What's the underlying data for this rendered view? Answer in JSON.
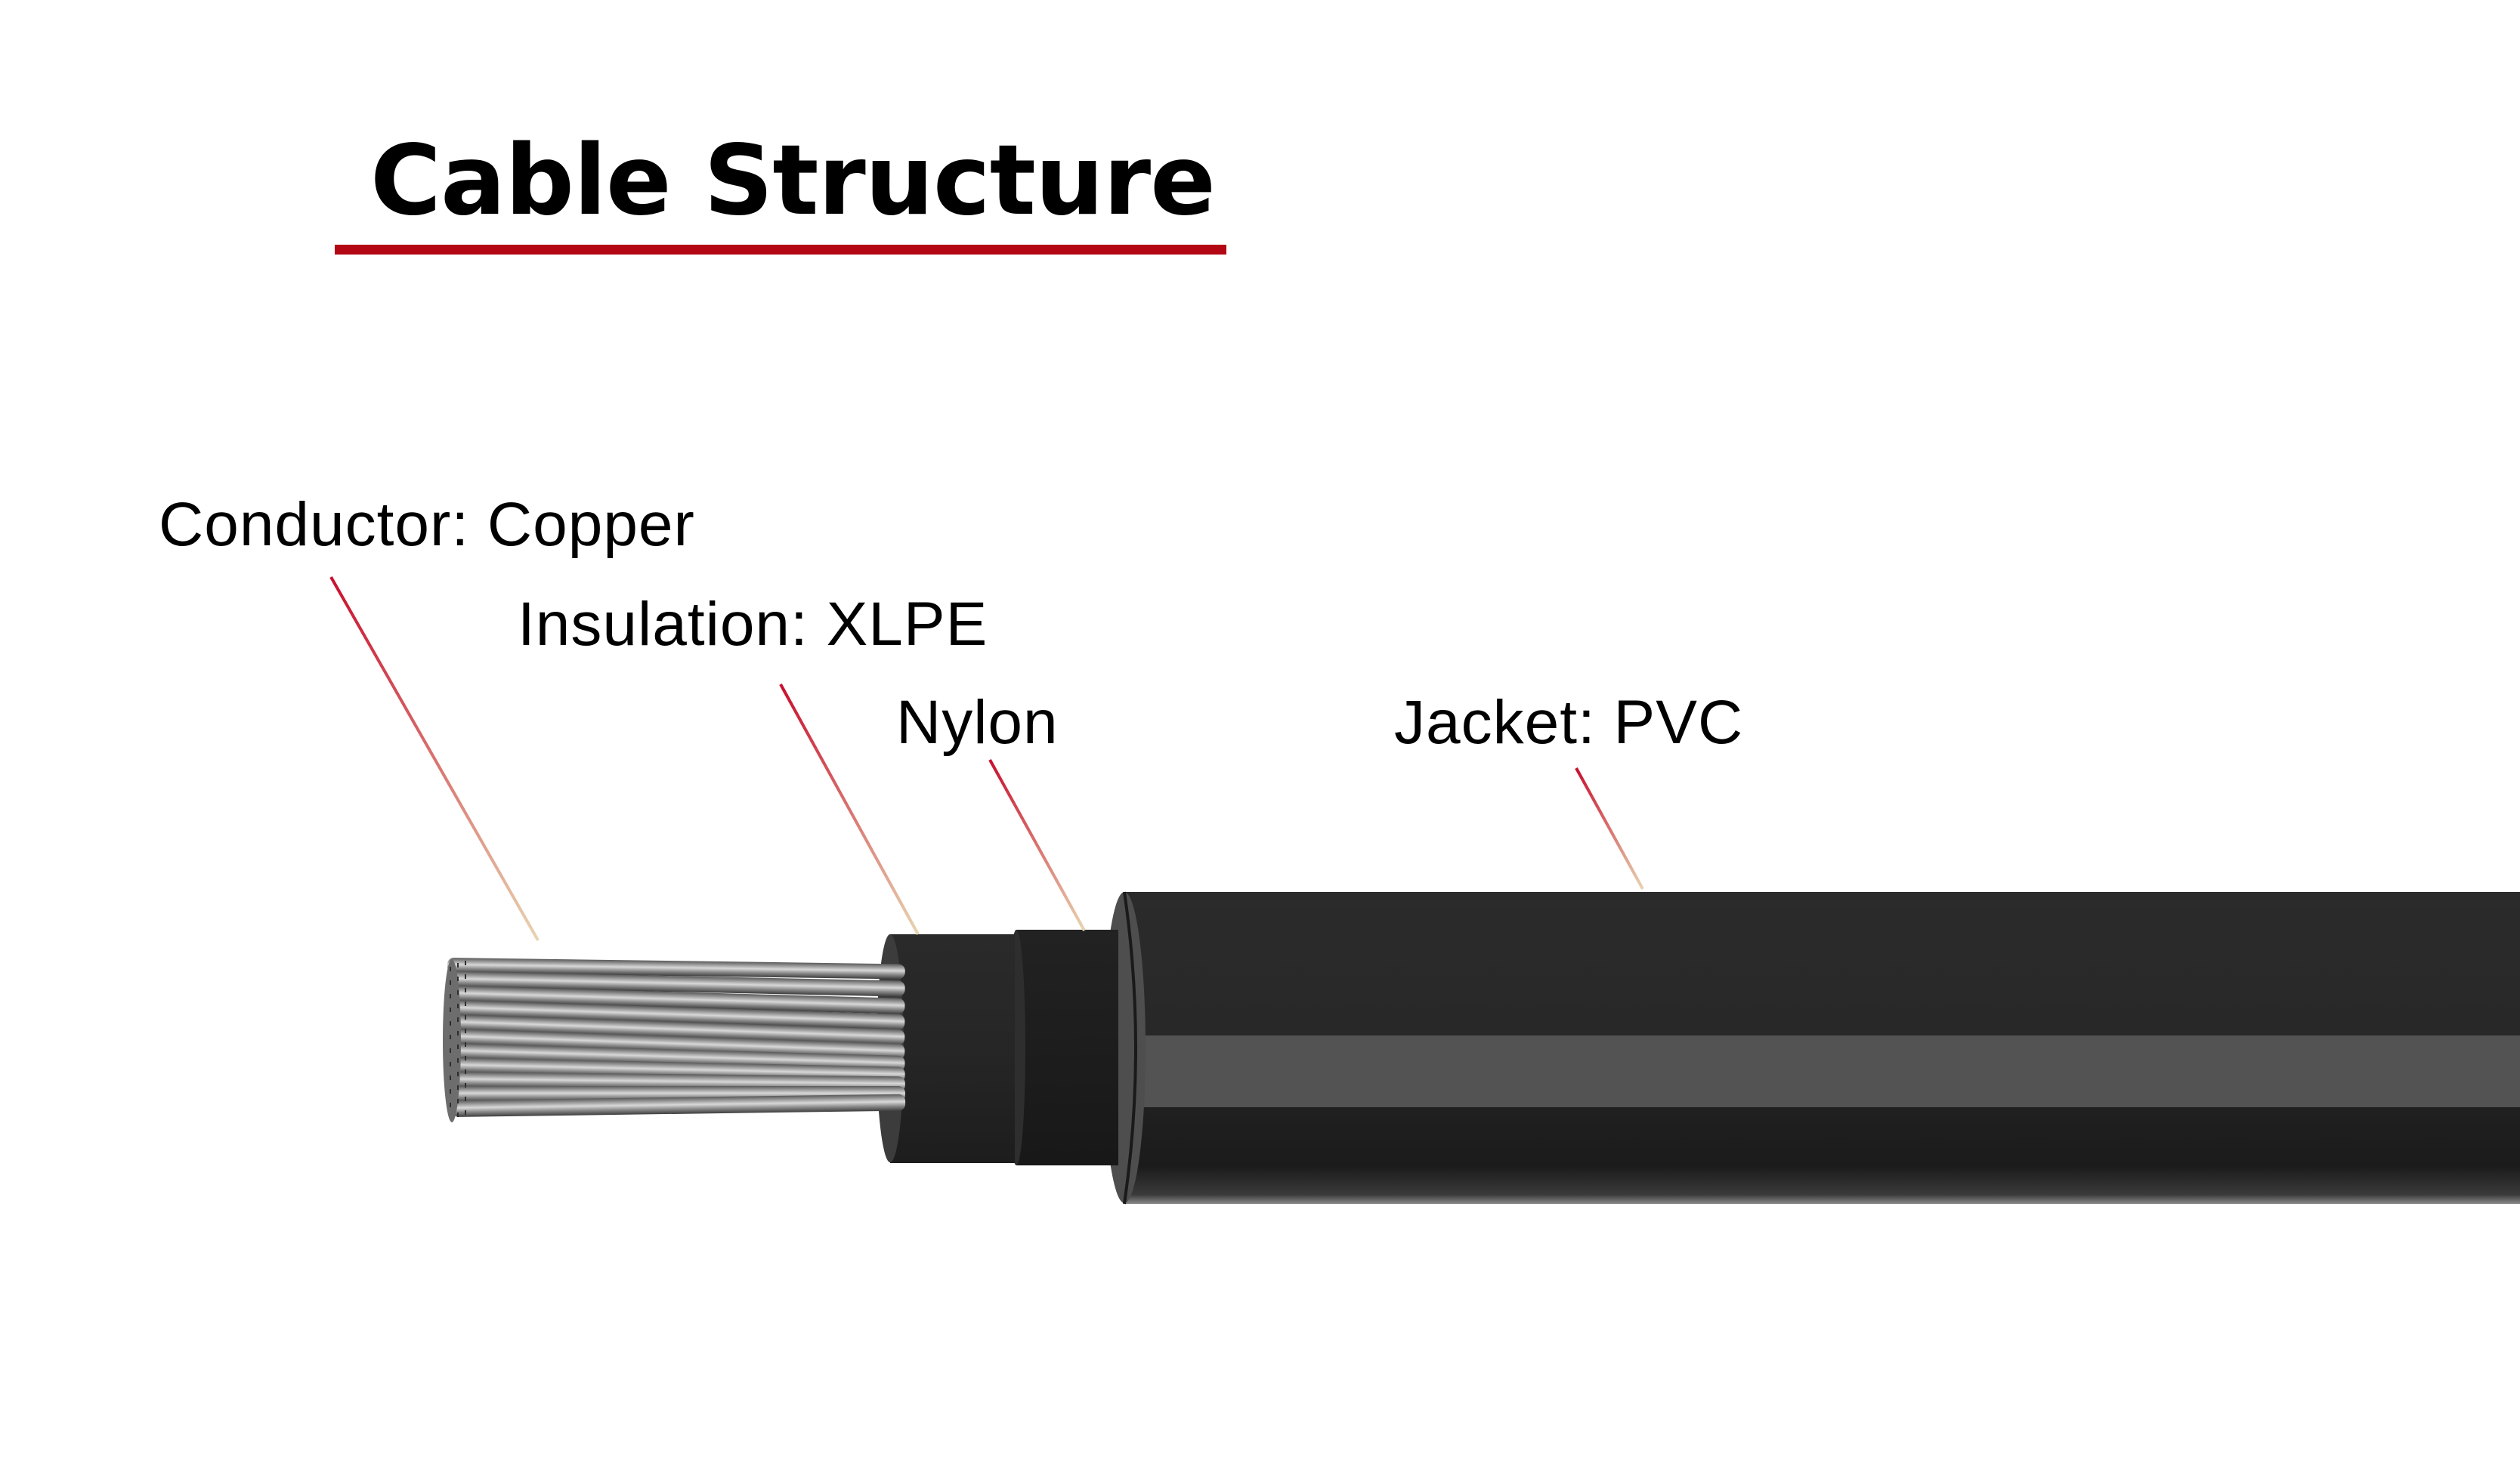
{
  "title": {
    "text": "Cable Structure",
    "underline_color": "#b30713"
  },
  "labels": {
    "conductor": "Conductor:  Copper",
    "insulation": "Insulation: XLPE",
    "nylon": "Nylon",
    "jacket": "Jacket: PVC"
  },
  "colors": {
    "leader_start": "#c8102e",
    "leader_end": "#e8d4b0",
    "jacket_body": "#2a2a2a",
    "jacket_stripe": "#535353",
    "jacket_bottom": "#1c1c1c",
    "insulation": "#232323",
    "nylon": "#1e1e1e",
    "strand": "#9a9a9a"
  },
  "layers": [
    {
      "name": "Conductor",
      "material": "Copper"
    },
    {
      "name": "Insulation",
      "material": "XLPE"
    },
    {
      "name": "Nylon",
      "material": "Nylon"
    },
    {
      "name": "Jacket",
      "material": "PVC"
    }
  ]
}
